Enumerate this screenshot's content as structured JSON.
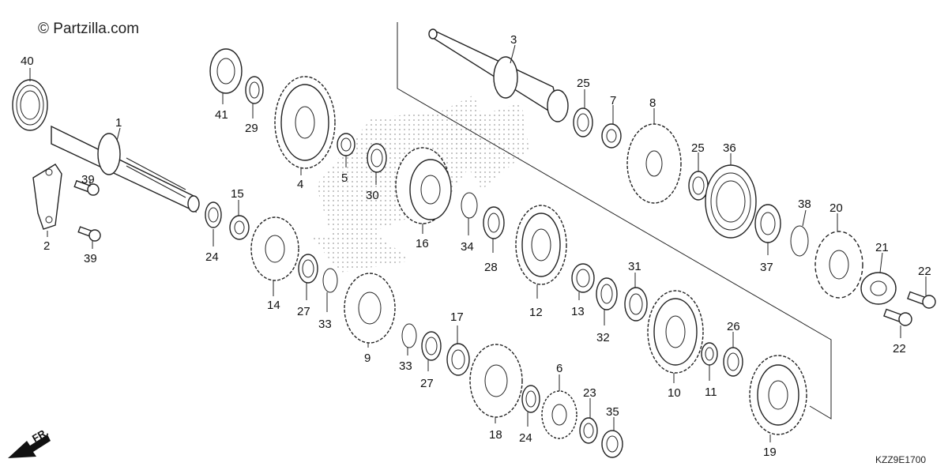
{
  "header": {
    "watermark": "© Partzilla.com"
  },
  "diagram_code": "KZZ9E1700",
  "front_indicator": "FR.",
  "parts": [
    {
      "label": "1"
    },
    {
      "label": "2"
    },
    {
      "label": "3"
    },
    {
      "label": "4"
    },
    {
      "label": "5"
    },
    {
      "label": "6"
    },
    {
      "label": "7"
    },
    {
      "label": "8"
    },
    {
      "label": "9"
    },
    {
      "label": "10"
    },
    {
      "label": "11"
    },
    {
      "label": "12"
    },
    {
      "label": "13"
    },
    {
      "label": "14"
    },
    {
      "label": "15"
    },
    {
      "label": "16"
    },
    {
      "label": "17"
    },
    {
      "label": "18"
    },
    {
      "label": "19"
    },
    {
      "label": "20"
    },
    {
      "label": "21"
    },
    {
      "label": "22"
    },
    {
      "label": "22"
    },
    {
      "label": "23"
    },
    {
      "label": "24"
    },
    {
      "label": "24"
    },
    {
      "label": "25"
    },
    {
      "label": "25"
    },
    {
      "label": "26"
    },
    {
      "label": "27"
    },
    {
      "label": "27"
    },
    {
      "label": "28"
    },
    {
      "label": "29"
    },
    {
      "label": "30"
    },
    {
      "label": "31"
    },
    {
      "label": "32"
    },
    {
      "label": "33"
    },
    {
      "label": "33"
    },
    {
      "label": "34"
    },
    {
      "label": "35"
    },
    {
      "label": "36"
    },
    {
      "label": "37"
    },
    {
      "label": "38"
    },
    {
      "label": "39"
    },
    {
      "label": "39"
    },
    {
      "label": "40"
    },
    {
      "label": "41"
    }
  ]
}
